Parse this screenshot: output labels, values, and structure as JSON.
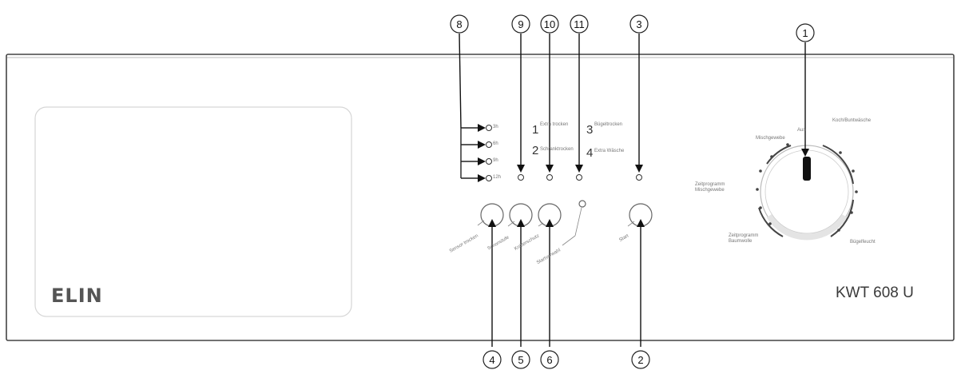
{
  "brand": "ELIN",
  "model": "KWT 608 U",
  "callouts": [
    "1",
    "2",
    "3",
    "4",
    "5",
    "6",
    "8",
    "9",
    "10",
    "11"
  ],
  "programs": {
    "p1": {
      "num": "1",
      "label": "Extra trocken"
    },
    "p2": {
      "num": "2",
      "label": "Schranktrocken"
    },
    "p3": {
      "num": "3",
      "label": "Bügeltrocken"
    },
    "p4": {
      "num": "4",
      "label": "Extra Wäsche"
    }
  },
  "dial": {
    "top_label": "Aus",
    "upper_right_label": "Koch/Buntwäsche",
    "upper_left_label": "Mischgewebe",
    "left_label": "Zeitprogramm Mischgewebe",
    "lower_left_label": "Zeitprogramm Baumwolle",
    "lower_right_label": "Bügelfeucht"
  },
  "buttons": {
    "b4": "Sensor trocken",
    "b5": "Schonstufe",
    "b6": "Knitterschutz",
    "b6b": "Startvorwahl",
    "b2": "Start"
  },
  "timers": [
    "3h",
    "6h",
    "9h",
    "12h"
  ]
}
